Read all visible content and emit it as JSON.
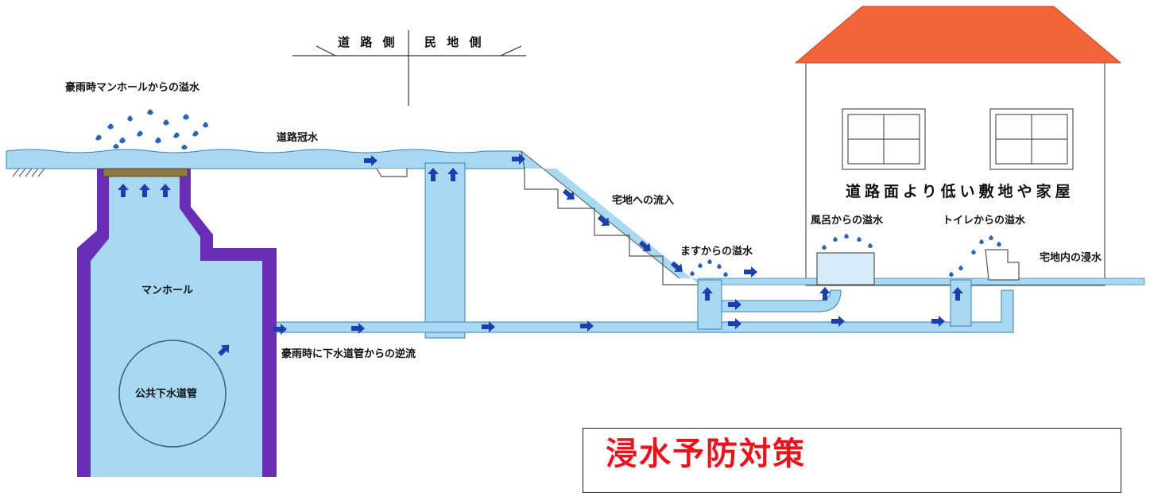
{
  "axis": {
    "road_side": "道 路 側",
    "private_side": "民 地 側"
  },
  "labels": {
    "manhole_overflow": "豪雨時マンホールからの溢水",
    "road_flooding": "道路冠水",
    "inflow_to_lot": "宅地への流入",
    "house_caption": "道路面より低い敷地や家屋",
    "bath_overflow": "風呂からの溢水",
    "toilet_overflow": "トイレからの溢水",
    "catch_basin_overflow": "ますからの溢水",
    "lot_flooding": "宅地内の浸水",
    "manhole": "マンホール",
    "backflow": "豪雨時に下水道管からの逆流",
    "public_sewer": "公共下水道管"
  },
  "footer": {
    "title": "浸水予防対策"
  },
  "colors": {
    "water": "#a9d8f3",
    "water_stroke": "#3a7fb5",
    "manhole_wall": "#6a2db5",
    "roof": "#f2643a",
    "arrow": "#1c3fae",
    "cover": "#8c7a3e",
    "title_red": "#e8141c"
  }
}
